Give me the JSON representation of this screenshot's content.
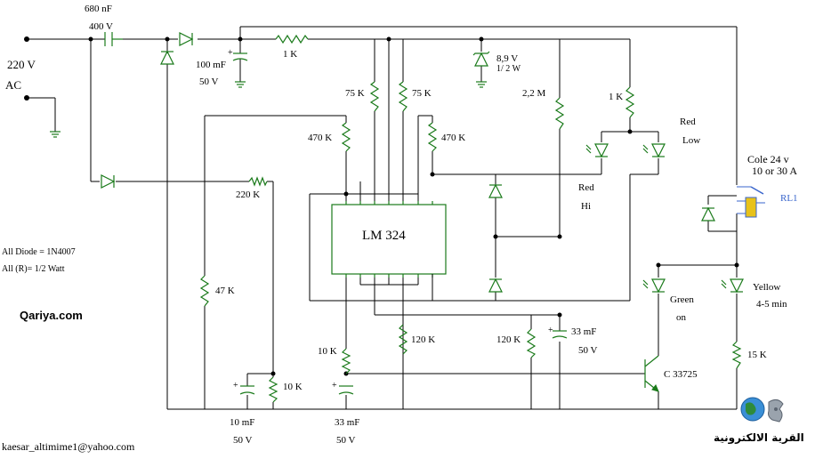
{
  "labels": {
    "cap_c1_value": "680  nF",
    "cap_c1_voltage": "400   V",
    "mains_voltage": "220 V",
    "mains_type": "AC",
    "cap_100mf": "100 mF",
    "cap_100mf_voltage": "50 V",
    "res_1k_top": "1 K",
    "zener_voltage": "8,9 V",
    "zener_power": "1/ 2 W",
    "res_75k_left": "75 K",
    "res_75k_right": "75 K",
    "res_2m2": "2,2 M",
    "res_1k_led": "1 K",
    "led_red_low_1": "Red",
    "led_red_low_2": "Low",
    "res_470k_left": "470 K",
    "res_470k_right": "470 K",
    "relay_title_1": "Cole 24 v",
    "relay_title_2": "10 or 30 A",
    "relay_name": "RL1",
    "res_220k": "220 K",
    "led_red_hi_1": "Red",
    "led_red_hi_2": "Hi",
    "ic_name": "LM 324",
    "note_diodes": "All Diode = 1N4007",
    "note_resistors": "All (R)= 1/2 Watt",
    "res_47k": "47 K",
    "site_name": "Qariya.com",
    "led_green_1": "Green",
    "led_green_2": "on",
    "led_yellow_1": "Yellow",
    "led_yellow_2": "4-5  min",
    "res_120k_mid": "120 K",
    "res_120k_right": "120 K",
    "cap_33mf_right": "33 mF",
    "cap_33mf_right_voltage": "50 V",
    "res_10k_mid": "10 K",
    "res_15k": "15 K",
    "transistor_name": "C 33725",
    "res_10k_bottom": "10 K",
    "cap_10mf": "10 mF",
    "cap_10mf_voltage": "50 V",
    "cap_33mf_bottom": "33 mF",
    "cap_33mf_bottom_voltage": "50 V",
    "author_email": "kaesar_altimime1@yahoo.com",
    "logo_arabic": "القرية الالكترونية"
  },
  "colors": {
    "wire": "#000000",
    "component": "#1a7a1a",
    "relay_accent": "#3a66cc",
    "relay_coil": "#e8c21a"
  },
  "icons": {
    "logo": "globe-logo-icon"
  }
}
